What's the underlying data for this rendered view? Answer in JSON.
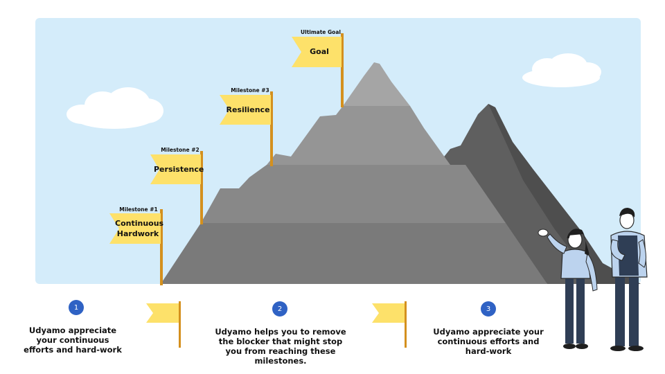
{
  "colors": {
    "sky": "#d4ecfa",
    "mountain_main": "#8a8a8a",
    "mountain_back": "#5f5f5f",
    "flag": "#fde16a",
    "pole": "#d4901e",
    "step_badge": "#2f62c4"
  },
  "milestones": [
    {
      "caption": "Milestone #1",
      "flag_text": "Continuous Hardwork"
    },
    {
      "caption": "Milestone #2",
      "flag_text": "Persistence"
    },
    {
      "caption": "Milestone #3",
      "flag_text": "Resilience"
    },
    {
      "caption": "Ultimate Goal",
      "flag_text": "Goal"
    }
  ],
  "steps": [
    {
      "number": "1",
      "text": "Udyamo appreciate your continuous efforts and hard-work"
    },
    {
      "number": "2",
      "text": "Udyamo helps you to remove the blocker that might stop you from reaching these milestones."
    },
    {
      "number": "3",
      "text": "Udyamo appreciate your continuous efforts and hard-work"
    }
  ],
  "icons": [
    "flag-icon",
    "cloud-icon",
    "person-icon"
  ]
}
